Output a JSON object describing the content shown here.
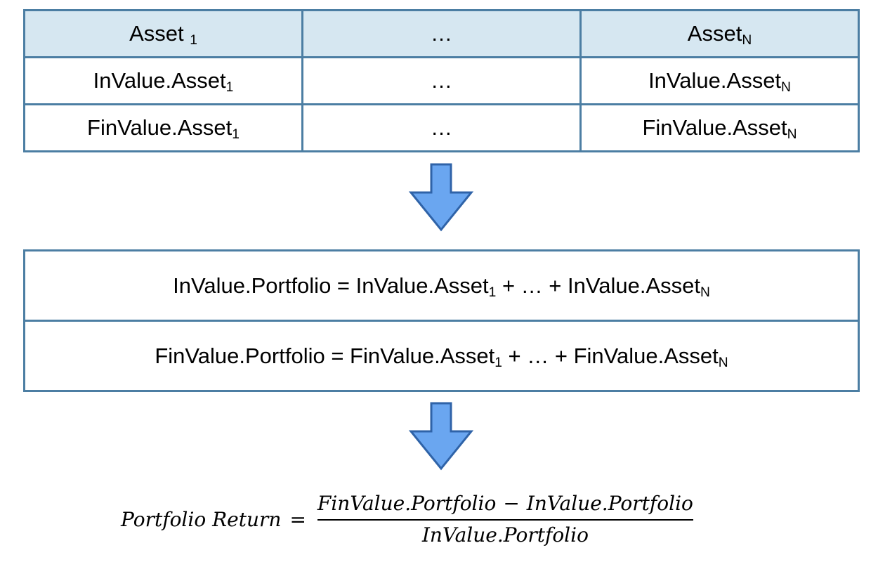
{
  "asset_table": {
    "headers": [
      {
        "base": "Asset ",
        "sub": "1"
      },
      {
        "base": "…",
        "sub": ""
      },
      {
        "base": "Asset",
        "sub": "N"
      }
    ],
    "rows": [
      [
        {
          "base": "InValue.Asset",
          "sub": "1"
        },
        {
          "base": "…",
          "sub": ""
        },
        {
          "base": "InValue.Asset",
          "sub": "N"
        }
      ],
      [
        {
          "base": "FinValue.Asset",
          "sub": "1"
        },
        {
          "base": "…",
          "sub": ""
        },
        {
          "base": "FinValue.Asset",
          "sub": "N"
        }
      ]
    ]
  },
  "portfolio": {
    "in_line": {
      "lhs": "InValue.Portfolio = InValue.Asset",
      "sub1": "1",
      "mid": " + … + InValue.Asset",
      "subN": "N"
    },
    "fin_line": {
      "lhs": "FinValue.Portfolio = FinValue.Asset",
      "sub1": "1",
      "mid": " + … + FinValue.Asset",
      "subN": "N"
    }
  },
  "formula": {
    "lhs": "Portfolio Return",
    "equals": "=",
    "numerator_a": "FinValue.Portfolio",
    "minus": "−",
    "numerator_b": "InValue.Portfolio",
    "denominator": "InValue.Portfolio"
  },
  "colors": {
    "border": "#4c7ea3",
    "header_fill": "#d6e7f1",
    "arrow_fill": "#6aa6f0",
    "arrow_stroke": "#2f63a8"
  }
}
